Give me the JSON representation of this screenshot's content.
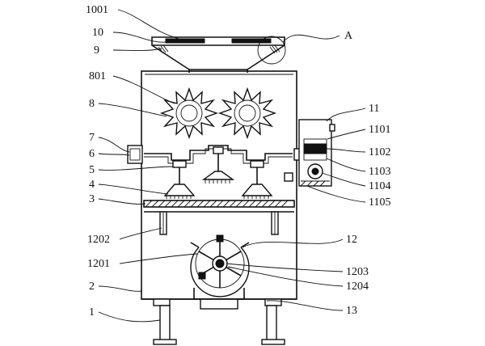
{
  "labels": {
    "l1001": "1001",
    "l10": "10",
    "l9": "9",
    "lA": "A",
    "l801": "801",
    "l8": "8",
    "l7": "7",
    "l6": "6",
    "l5": "5",
    "l4": "4",
    "l3": "3",
    "l1202": "1202",
    "l1201": "1201",
    "l2": "2",
    "l1": "1",
    "l11": "11",
    "l1101": "1101",
    "l1102": "1102",
    "l1103": "1103",
    "l1104": "1104",
    "l1105": "1105",
    "l12": "12",
    "l1203": "1203",
    "l1204": "1204",
    "l13": "13"
  }
}
